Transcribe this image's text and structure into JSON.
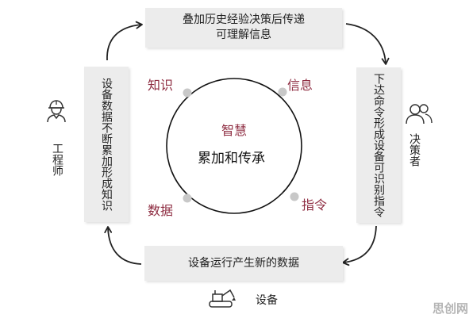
{
  "center": {
    "accent": "智慧",
    "main": "累加和传承"
  },
  "nodes": {
    "knowledge": "知识",
    "information": "信息",
    "data": "数据",
    "command": "指令"
  },
  "boxes": {
    "top": [
      "叠加历史经验决策后传递",
      "可理解信息"
    ],
    "right": [
      "下达命令形成设备",
      "可识别指令"
    ],
    "bottom": [
      "设备运行产生新的数据"
    ],
    "left": [
      "设备数据不断累加",
      "形成知识"
    ]
  },
  "actors": {
    "engineer": {
      "label": "工程师",
      "icon": "engineer-icon"
    },
    "decision_maker": {
      "label": "决策者",
      "icon": "people-icon"
    },
    "equipment": {
      "label": "设备",
      "icon": "excavator-icon"
    }
  },
  "colors": {
    "accent": "#8e2c41",
    "box_fill": "#ececec",
    "dot": "#c8c8c8"
  },
  "watermark": "思创网"
}
